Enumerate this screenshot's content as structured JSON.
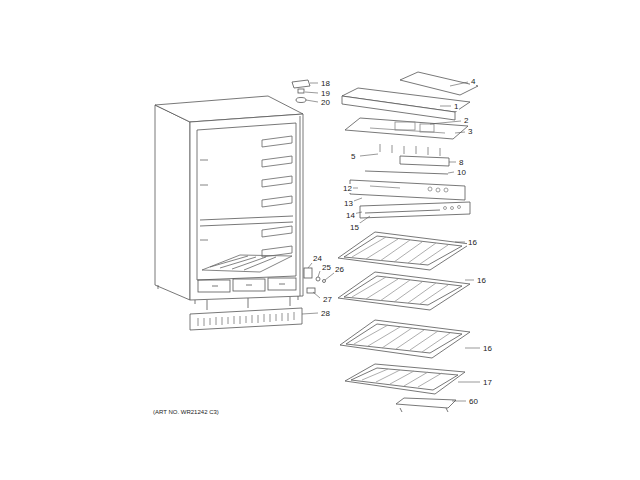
{
  "diagram": {
    "labels": [
      "18",
      "19",
      "20",
      "4",
      "1",
      "2",
      "3",
      "5",
      "8",
      "10",
      "12",
      "13",
      "14",
      "15",
      "16",
      "24",
      "25",
      "26",
      "27",
      "28",
      "16",
      "16",
      "17",
      "60",
      "(ART NO. WR21242 C3)"
    ]
  }
}
